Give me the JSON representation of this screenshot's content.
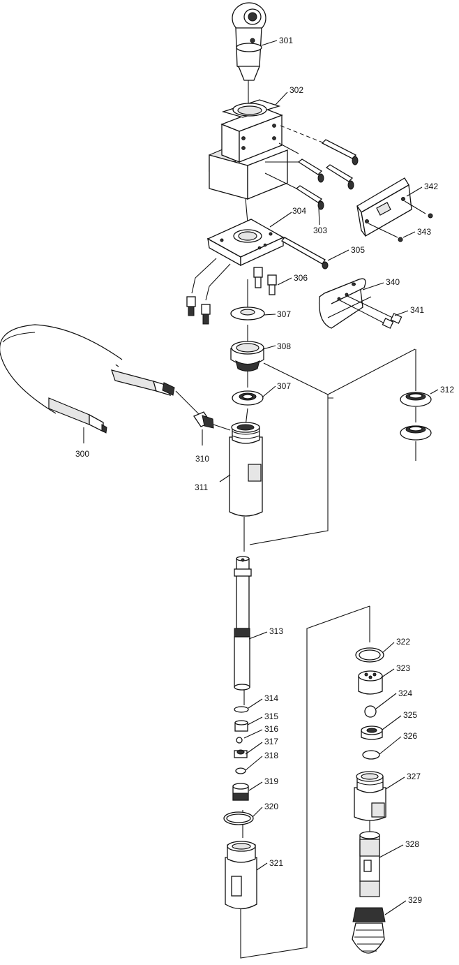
{
  "parts": [
    {
      "id": "p300",
      "label": "300"
    },
    {
      "id": "p301",
      "label": "301"
    },
    {
      "id": "p302",
      "label": "302"
    },
    {
      "id": "p303",
      "label": "303"
    },
    {
      "id": "p304",
      "label": "304"
    },
    {
      "id": "p305",
      "label": "305"
    },
    {
      "id": "p306",
      "label": "306"
    },
    {
      "id": "p307a",
      "label": "307"
    },
    {
      "id": "p307b",
      "label": "307"
    },
    {
      "id": "p308",
      "label": "308"
    },
    {
      "id": "p310",
      "label": "310"
    },
    {
      "id": "p311",
      "label": "311"
    },
    {
      "id": "p312",
      "label": "312"
    },
    {
      "id": "p313",
      "label": "313"
    },
    {
      "id": "p314",
      "label": "314"
    },
    {
      "id": "p315",
      "label": "315"
    },
    {
      "id": "p316",
      "label": "316"
    },
    {
      "id": "p317",
      "label": "317"
    },
    {
      "id": "p318",
      "label": "318"
    },
    {
      "id": "p319",
      "label": "319"
    },
    {
      "id": "p320",
      "label": "320"
    },
    {
      "id": "p321",
      "label": "321"
    },
    {
      "id": "p322",
      "label": "322"
    },
    {
      "id": "p323",
      "label": "323"
    },
    {
      "id": "p324",
      "label": "324"
    },
    {
      "id": "p325",
      "label": "325"
    },
    {
      "id": "p326",
      "label": "326"
    },
    {
      "id": "p327",
      "label": "327"
    },
    {
      "id": "p328",
      "label": "328"
    },
    {
      "id": "p329",
      "label": "329"
    },
    {
      "id": "p340",
      "label": "340"
    },
    {
      "id": "p341",
      "label": "341"
    },
    {
      "id": "p342",
      "label": "342"
    },
    {
      "id": "p343",
      "label": "343"
    }
  ]
}
